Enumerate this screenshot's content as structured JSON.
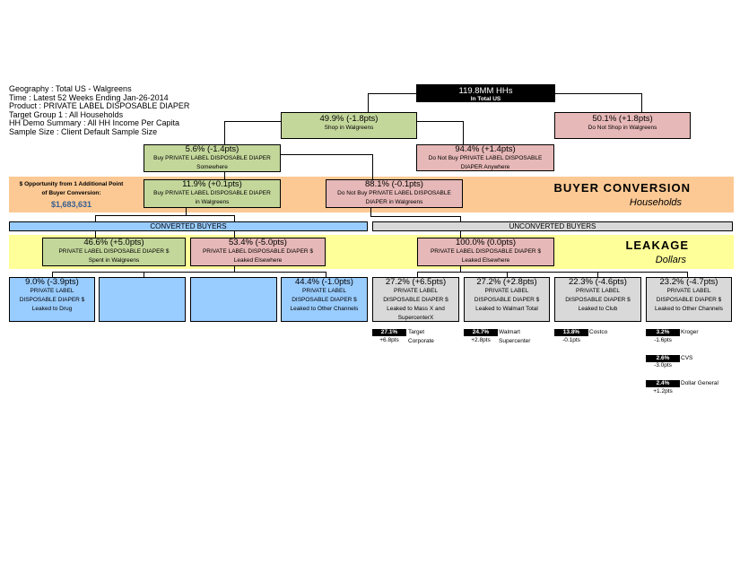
{
  "info": [
    "Geography : Total US - Walgreens",
    "Time : Latest 52 Weeks Ending Jan-26-2014",
    "Product : PRIVATE LABEL DISPOSABLE DIAPER",
    "Target Group 1 : All Households",
    "HH Demo Summary : All HH Income Per Capita",
    "Sample Size : Client Default Sample Size"
  ],
  "top": {
    "value": "119.8MM HHs",
    "label": "In Total US"
  },
  "shop": {
    "value": "49.9% (-1.8pts)",
    "label": "Shop in Walgreens"
  },
  "noshop": {
    "value": "50.1% (+1.8pts)",
    "label": "Do Not Shop in Walgreens"
  },
  "buy_some": {
    "value": "5.6% (-1.4pts)",
    "l1": "Buy PRIVATE LABEL DISPOSABLE DIAPER",
    "l2": "Somewhere"
  },
  "nobuy_any": {
    "value": "94.4% (+1.4pts)",
    "l1": "Do Not Buy PRIVATE LABEL DISPOSABLE",
    "l2": "DIAPER Anywhere"
  },
  "buy_wag": {
    "value": "11.9% (+0.1pts)",
    "l1": "Buy PRIVATE LABEL DISPOSABLE DIAPER",
    "l2": "in Walgreens"
  },
  "nobuy_wag": {
    "value": "88.1% (-0.1pts)",
    "l1": "Do Not Buy PRIVATE LABEL DISPOSABLE",
    "l2": "DIAPER in Walgreens"
  },
  "opportunity": {
    "l1": "$ Opportunity from 1 Additional Point",
    "l2": "of Buyer Conversion:",
    "value": "$1,683,631"
  },
  "buyer_conversion": {
    "title": "BUYER CONVERSION",
    "sub": "Households"
  },
  "leakage": {
    "title": "LEAKAGE",
    "sub": "Dollars"
  },
  "converted": "CONVERTED BUYERS",
  "unconverted": "UNCONVERTED BUYERS",
  "spent": {
    "value": "46.6% (+5.0pts)",
    "l1": "PRIVATE LABEL DISPOSABLE DIAPER $",
    "l2": "Spent in Walgreens"
  },
  "leaked": {
    "value": "53.4% (-5.0pts)",
    "l1": "PRIVATE LABEL DISPOSABLE DIAPER $",
    "l2": "Leaked Elsewhere"
  },
  "leaked_u": {
    "value": "100.0% (0.0pts)",
    "l1": "PRIVATE LABEL DISPOSABLE DIAPER $",
    "l2": "Leaked Elsewhere"
  },
  "conv_boxes": [
    {
      "value": "9.0% (-3.9pts)",
      "l1": "PRIVATE LABEL",
      "l2": "DISPOSABLE DIAPER $",
      "l3": "Leaked to Drug"
    },
    {},
    {},
    {
      "value": "44.4% (-1.0pts)",
      "l1": "PRIVATE LABEL",
      "l2": "DISPOSABLE DIAPER $",
      "l3": "Leaked to Other Channels"
    }
  ],
  "unconv_boxes": [
    {
      "value": "27.2% (+6.5pts)",
      "l1": "PRIVATE LABEL",
      "l2": "DISPOSABLE DIAPER $",
      "l3": "Leaked to Mass X and",
      "l4": "SupercenterX"
    },
    {
      "value": "27.2% (+2.8pts)",
      "l1": "PRIVATE LABEL",
      "l2": "DISPOSABLE DIAPER $",
      "l3": "Leaked to Walmart Total"
    },
    {
      "value": "22.3% (-4.6pts)",
      "l1": "PRIVATE LABEL",
      "l2": "DISPOSABLE DIAPER $",
      "l3": "Leaked to Club"
    },
    {
      "value": "23.2% (-4.7pts)",
      "l1": "PRIVATE LABEL",
      "l2": "DISPOSABLE DIAPER $",
      "l3": "Leaked to Other Channels"
    }
  ],
  "retailers": [
    {
      "share": "27.1%",
      "delta": "+6.8pts",
      "name": "Target",
      "name2": "Corporate"
    },
    {
      "share": "24.7%",
      "delta": "+2.8pts",
      "name": "Walmart",
      "name2": "Supercenter"
    },
    {
      "share": "13.8%",
      "delta": "-0.1pts",
      "name": "Costco"
    },
    {
      "share": "3.2%",
      "delta": "-1.6pts",
      "name": "Kroger"
    },
    {
      "share": "2.6%",
      "delta": "-3.0pts",
      "name": "CVS"
    },
    {
      "share": "2.4%",
      "delta": "+1.2pts",
      "name": "Dollar General"
    }
  ]
}
